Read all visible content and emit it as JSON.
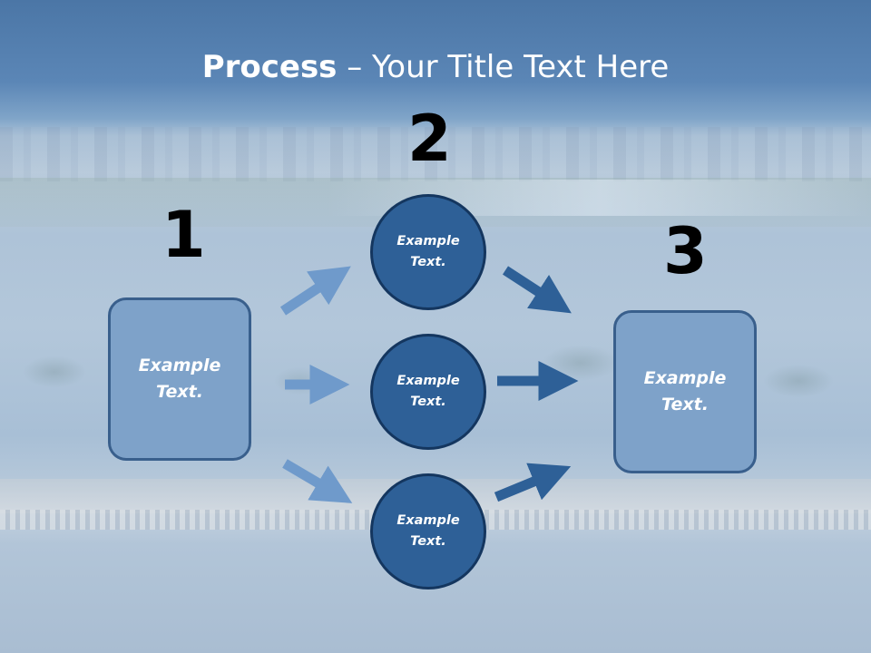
{
  "slide": {
    "title_bold": "Process",
    "title_rest": " – Your Title Text Here"
  },
  "steps": [
    {
      "number": "1"
    },
    {
      "number": "2"
    },
    {
      "number": "3"
    }
  ],
  "nodes": {
    "left_box": "Example Text.",
    "circle_top": "Example Text.",
    "circle_middle": "Example Text.",
    "circle_bottom": "Example Text.",
    "right_box": "Example Text."
  },
  "colors": {
    "box_fill": "#7ea2c9",
    "circle_fill": "#2e6097",
    "arrow_light": "#6f9acb",
    "arrow_dark": "#2e6097"
  }
}
